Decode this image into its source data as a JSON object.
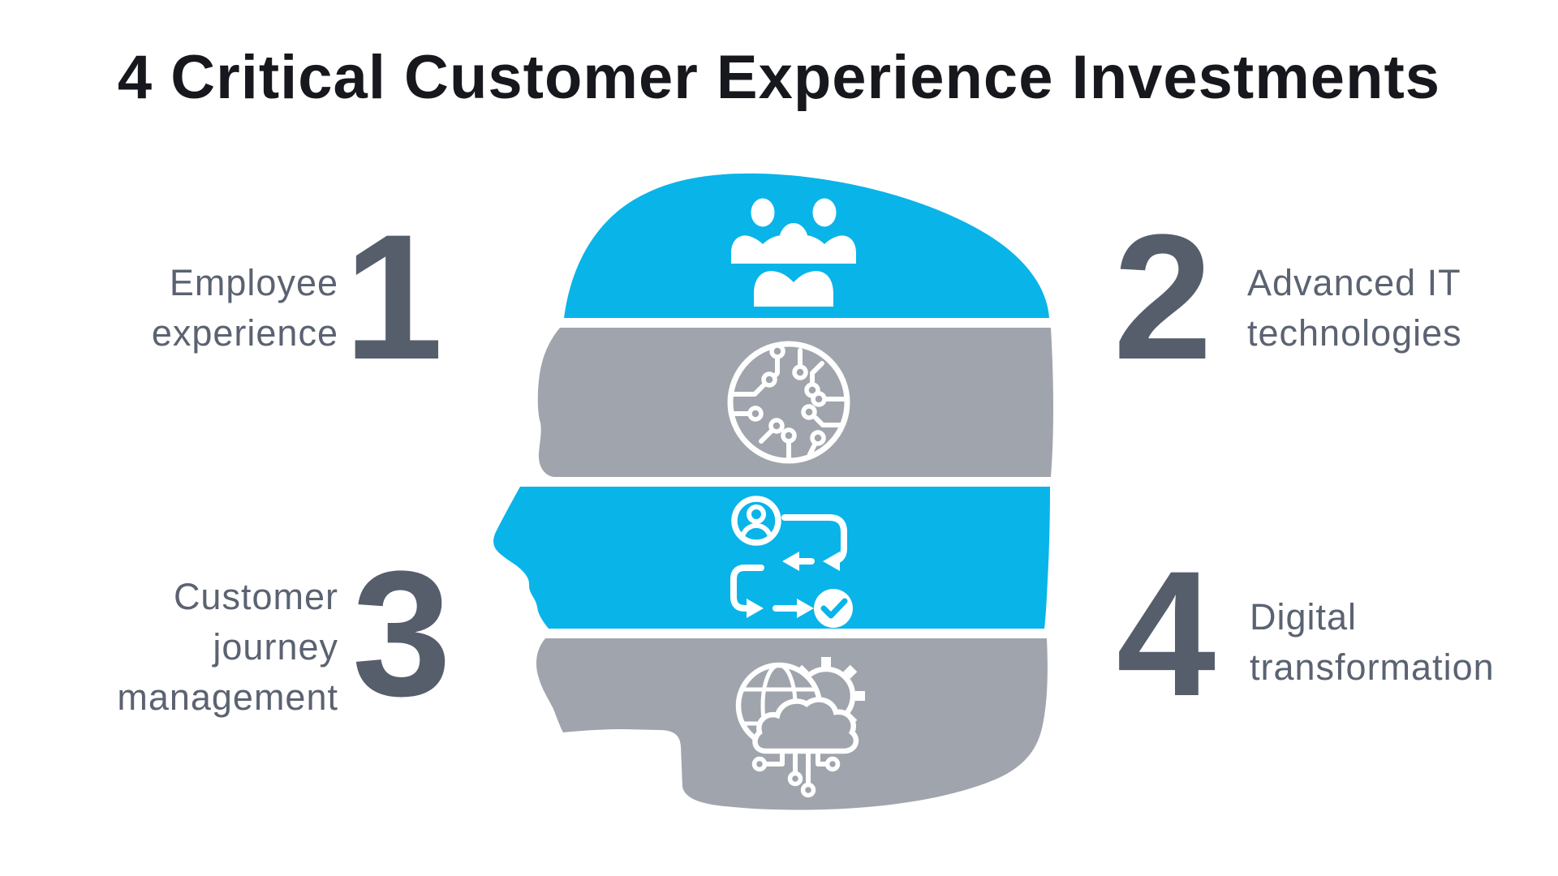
{
  "title": "4 Critical Customer Experience Investments",
  "items": [
    {
      "number": "1",
      "label": "Employee\nexperience",
      "side": "left",
      "icon": "team-icon"
    },
    {
      "number": "2",
      "label": "Advanced IT\ntechnologies",
      "side": "right",
      "icon": "circuit-brain-icon"
    },
    {
      "number": "3",
      "label": "Customer\njourney\nmanagement",
      "side": "left",
      "icon": "customer-journey-icon"
    },
    {
      "number": "4",
      "label": "Digital\ntransformation",
      "side": "right",
      "icon": "digital-transformation-icon"
    }
  ],
  "colors": {
    "accent_blue": "#09b4e9",
    "gray_band": "#a0a4ac",
    "number_gray": "#565e6c",
    "label_gray": "#5b6372",
    "title_black": "#17181d"
  }
}
